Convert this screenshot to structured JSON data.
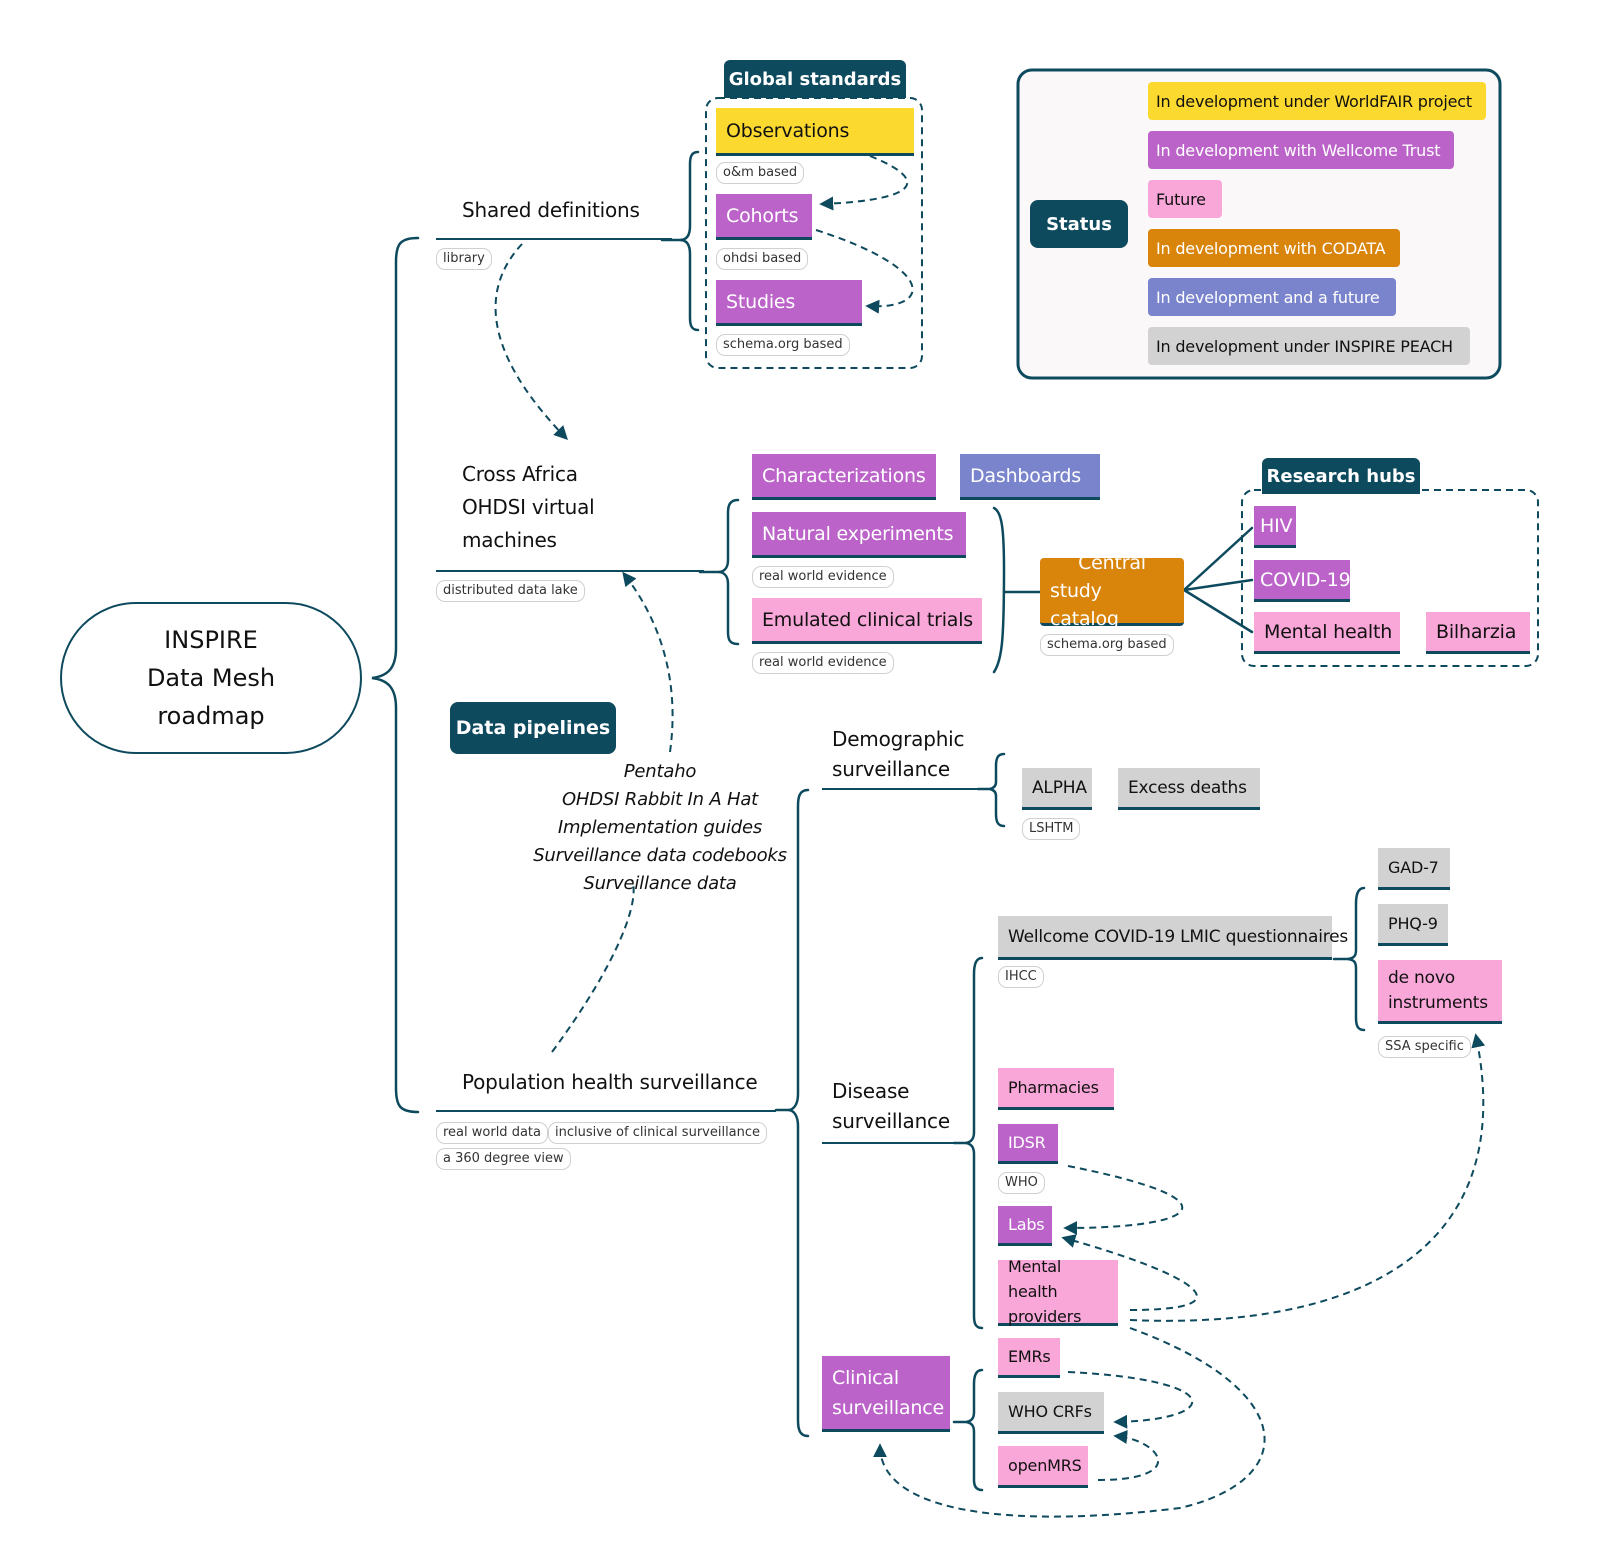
{
  "root": {
    "lines": [
      "INSPIRE",
      "Data Mesh",
      "roadmap"
    ]
  },
  "colors": {
    "primary": "#0e4a5e",
    "yellow": "#fcd92e",
    "purple": "#bb63c9",
    "pink": "#f9a6d8",
    "grey": "#d2d2d2",
    "orange": "#d9840b",
    "blue": "#7a84cc"
  },
  "shared": {
    "title": "Shared definitions",
    "note": "library",
    "group_tag": "Global standards",
    "observations": "Observations",
    "observations_note": "o&m based",
    "cohorts": "Cohorts",
    "cohorts_note": "ohdsi based",
    "studies": "Studies",
    "studies_note": "schema.org based"
  },
  "status": {
    "tag": "Status",
    "items": [
      "In development under WorldFAIR project",
      "In development with Wellcome Trust",
      "Future",
      "In development with CODATA",
      "In development and a future",
      "In development under INSPIRE PEACH"
    ]
  },
  "cross": {
    "lines": [
      "Cross Africa",
      "OHDSI virtual",
      "machines"
    ],
    "note": "distributed data lake",
    "characterizations": "Characterizations",
    "dashboards": "Dashboards",
    "natural": "Natural experiments",
    "natural_note": "real world evidence",
    "emulated": "Emulated clinical trials",
    "emulated_note": "real world evidence",
    "central_lines": [
      "Central",
      "study catalog"
    ],
    "central_note": "schema.org based",
    "hubs_tag": "Research hubs",
    "hiv": "HIV",
    "covid": "COVID-19",
    "mental": "Mental health",
    "bilharzia": "Bilharzia"
  },
  "pipelines": {
    "tag": "Data pipelines",
    "items": [
      "Pentaho",
      "OHDSI Rabbit In A Hat",
      "Implementation guides",
      "Surveillance data codebooks",
      "Surveillance data"
    ]
  },
  "population": {
    "title": "Population health surveillance",
    "notes": [
      "real world data",
      "inclusive of clinical surveillance",
      "a 360 degree view"
    ]
  },
  "demographic": {
    "lines": [
      "Demographic",
      "surveillance"
    ],
    "alpha": "ALPHA",
    "alpha_note": "LSHTM",
    "excess": "Excess deaths"
  },
  "disease": {
    "lines": [
      "Disease",
      "surveillance"
    ],
    "wellcome": "Wellcome COVID-19 LMIC questionnaires",
    "wellcome_note": "IHCC",
    "gad": "GAD-7",
    "phq": "PHQ-9",
    "denovo_lines": [
      "de novo",
      "instruments"
    ],
    "denovo_note": "SSA specific",
    "pharmacies": "Pharmacies",
    "idsr": "IDSR",
    "idsr_note": "WHO",
    "labs": "Labs",
    "mhp_lines": [
      "Mental health",
      "providers"
    ]
  },
  "clinical": {
    "lines": [
      "Clinical",
      "surveillance"
    ],
    "emrs": "EMRs",
    "who_crfs": "WHO CRFs",
    "openmrs": "openMRS"
  }
}
